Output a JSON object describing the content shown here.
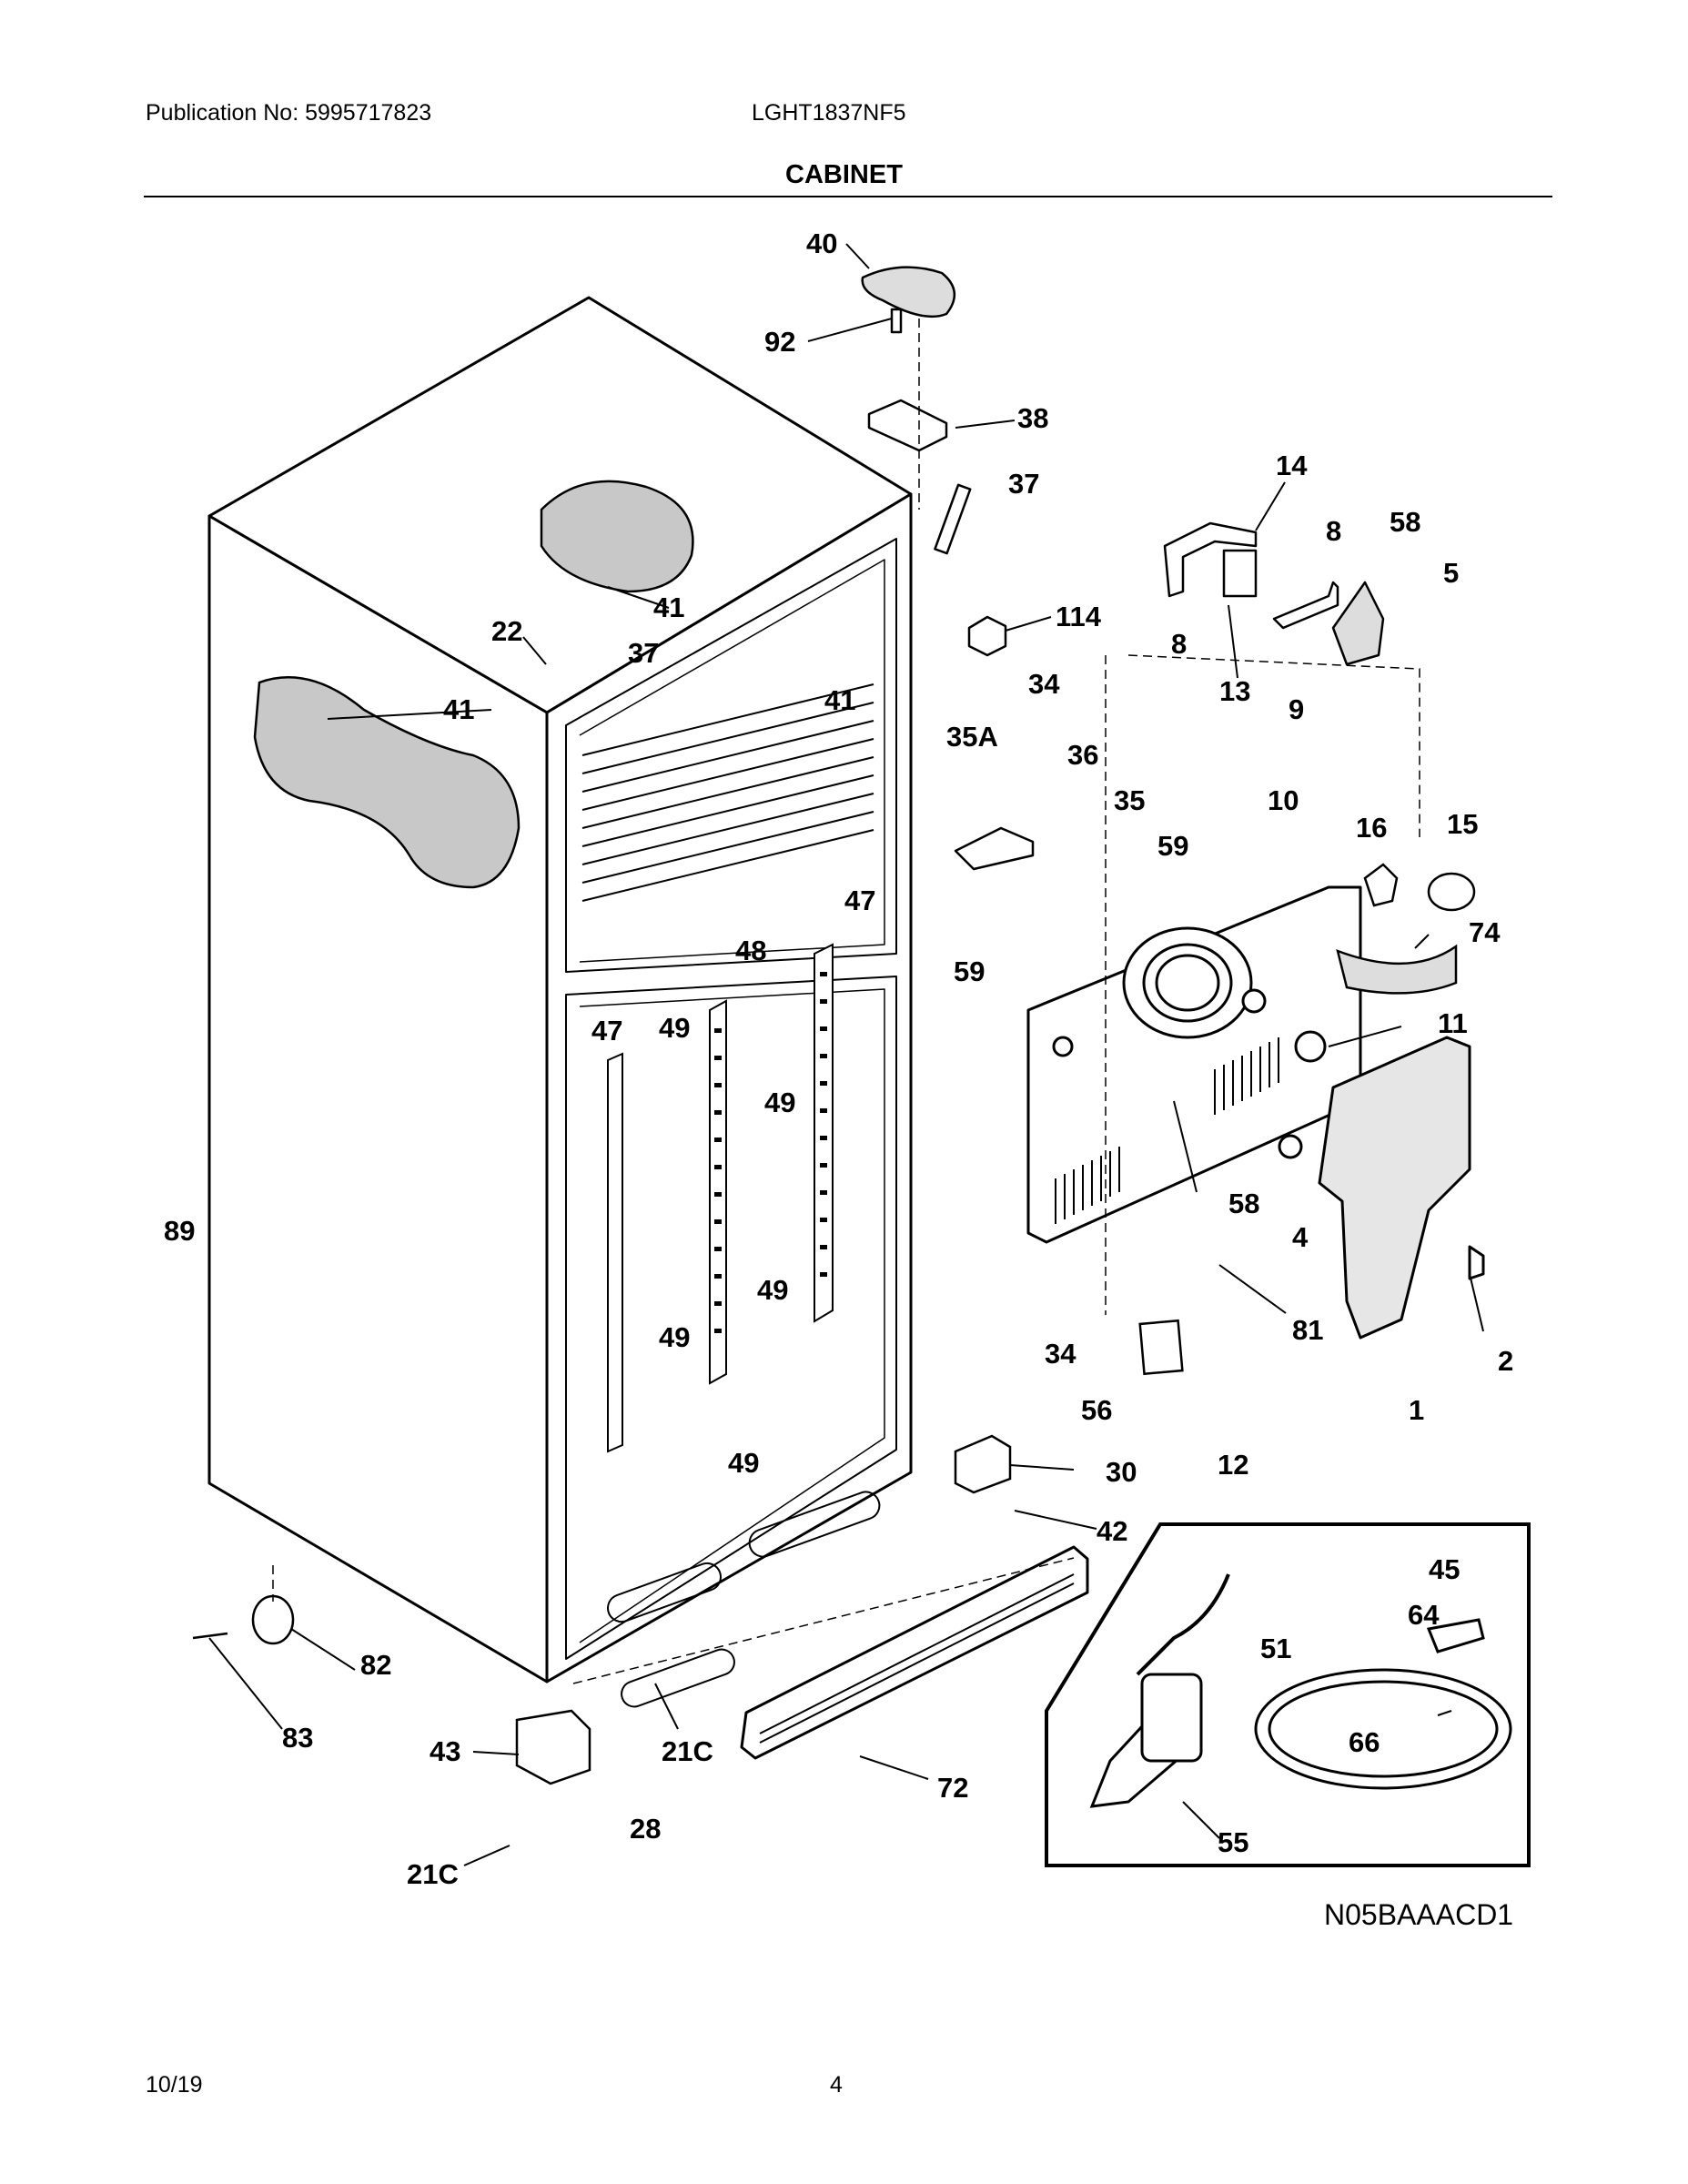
{
  "header": {
    "publication": "Publication No: 5995717823",
    "model": "LGHT1837NF5",
    "title": "CABINET"
  },
  "diagram": {
    "drawing_code": "N05BAAACD1",
    "part_labels": [
      "40",
      "92",
      "38",
      "37",
      "14",
      "8",
      "58",
      "5",
      "41",
      "22",
      "37",
      "41",
      "114",
      "8",
      "13",
      "9",
      "41",
      "34",
      "35A",
      "36",
      "35",
      "59",
      "10",
      "16",
      "15",
      "59",
      "74",
      "47",
      "48",
      "47",
      "49",
      "11",
      "49",
      "58",
      "4",
      "89",
      "49",
      "49",
      "81",
      "2",
      "34",
      "56",
      "12",
      "1",
      "30",
      "49",
      "42",
      "45",
      "64",
      "51",
      "82",
      "66",
      "83",
      "43",
      "21C",
      "72",
      "28",
      "55",
      "21C"
    ]
  },
  "footer": {
    "date": "10/19",
    "page": "4"
  }
}
